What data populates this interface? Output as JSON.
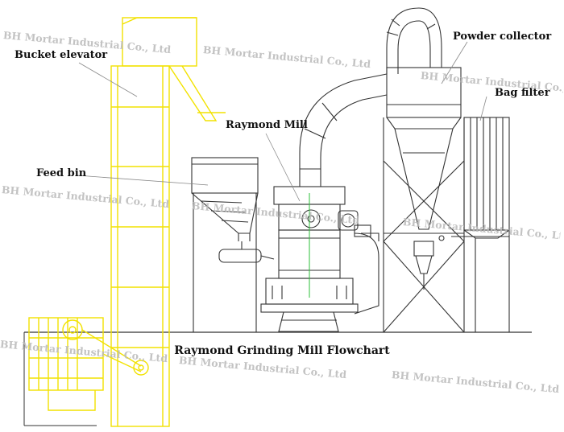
{
  "labels": {
    "bucket_elevator": "Bucket elevator",
    "feed_bin": "Feed bin",
    "raymond_mill": "Raymond Mill",
    "powder_collector": "Powder collector",
    "bag_filter": "Bag filter"
  },
  "title": "Raymond Grinding Mill Flowchart",
  "watermark": "BH Mortar Industrial Co., Ltd",
  "colors": {
    "structure": "#333333",
    "elevator": "#f2e200",
    "feed_line": "#2bbf3a",
    "text": "#111111",
    "watermark": "#b9b9b9"
  }
}
